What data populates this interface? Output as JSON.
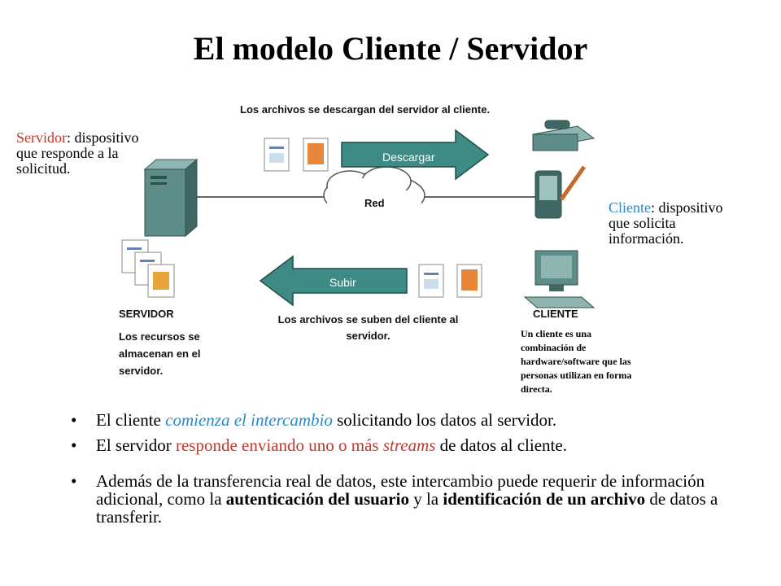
{
  "title": "El modelo Cliente / Servidor",
  "diagram": {
    "top_caption": "Los archivos se descargan del servidor al cliente.",
    "download_label": "Descargar",
    "network_label": "Red",
    "upload_label": "Subir",
    "upload_caption_line1": "Los archivos se suben del cliente al",
    "upload_caption_line2": "servidor.",
    "server_label": "SERVIDOR",
    "server_caption_line1": "Los recursos se",
    "server_caption_line2": "almacenan en el",
    "server_caption_line3": "servidor.",
    "client_label": "CLIENTE",
    "client_caption_line1": "Un cliente es una",
    "client_caption_line2": "combinación de",
    "client_caption_line3": "hardware/software que las",
    "client_caption_line4": "personas utilizan en forma",
    "client_caption_line5": "directa."
  },
  "server_note": {
    "term": "Servidor",
    "rest_line1": ": dispositivo",
    "line2": "que responde a la",
    "line3": "solicitud."
  },
  "client_note": {
    "term": "Cliente",
    "rest_line1": ": dispositivo",
    "line2": "que solicita",
    "line3": "información."
  },
  "bullets": [
    {
      "pre": "El cliente ",
      "emph": "comienza el intercambio",
      "post": " solicitando los datos al servidor."
    },
    {
      "pre": "El servidor ",
      "emph": "responde enviando uno o más ",
      "emph2": "streams",
      "post": " de datos al cliente."
    },
    {
      "pre": "Además de la transferencia real de datos, este intercambio puede requerir de información adicional, como la ",
      "bold1": "autenticación del usuario",
      "mid": " y la ",
      "bold2": "identificación de un archivo",
      "post": " de datos a transferir."
    }
  ],
  "colors": {
    "arrow": "#3e8a84",
    "server_box": "#5e8d89",
    "accent_red": "#c0392b",
    "accent_blue": "#2a8ac8"
  }
}
